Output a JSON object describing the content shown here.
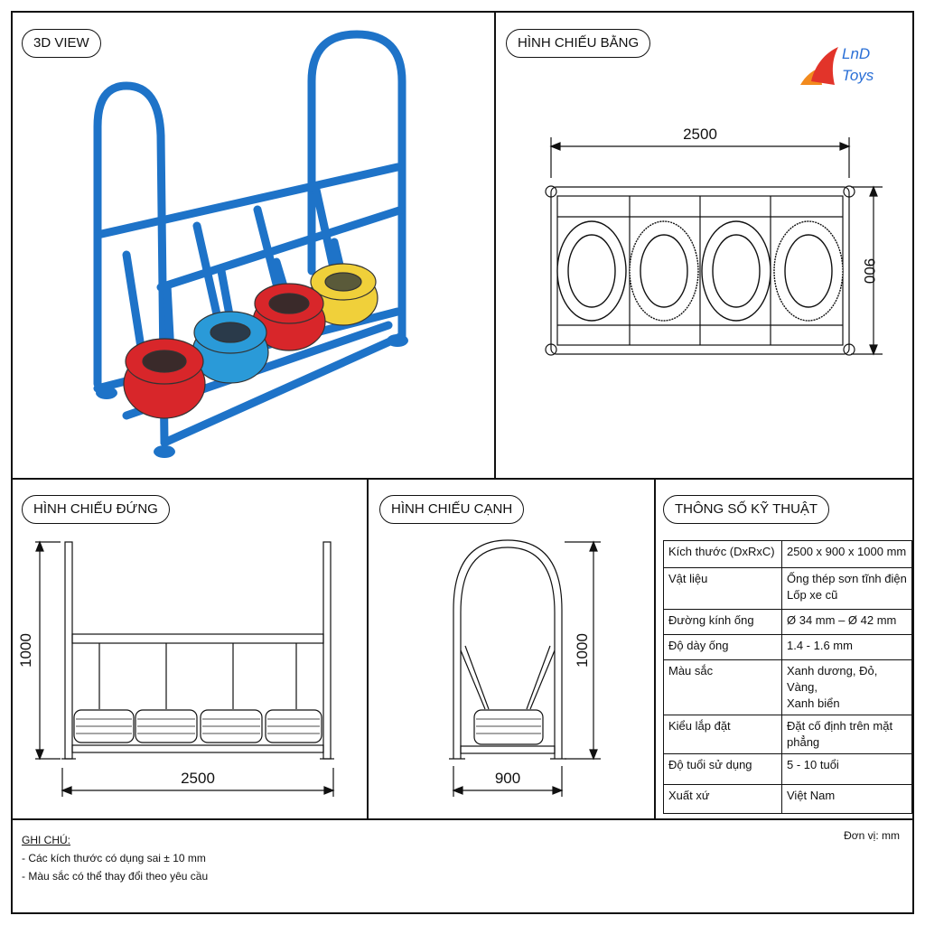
{
  "panels": {
    "view3d": "3D VIEW",
    "top": "HÌNH CHIẾU BẰNG",
    "front": "HÌNH CHIẾU ĐỨNG",
    "side": "HÌNH CHIẾU CẠNH",
    "spec": "THÔNG SỐ KỸ THUẬT"
  },
  "logo": {
    "line1": "LnD",
    "line2": "Toys"
  },
  "dimensions": {
    "top_width": "2500",
    "top_depth": "900",
    "front_height": "1000",
    "front_width": "2500",
    "side_height": "1000",
    "side_width": "900"
  },
  "specs": [
    {
      "label": "Kích thước (DxRxC)",
      "value": "2500 x 900 x 1000 mm"
    },
    {
      "label": "Vật liệu",
      "value": "Ống thép sơn tĩnh điện",
      "value2": "Lốp xe cũ"
    },
    {
      "label": "Đường kính ống",
      "value": "Ø 34 mm – Ø 42 mm"
    },
    {
      "label": "Độ dày ống",
      "value": "1.4 - 1.6 mm"
    },
    {
      "label": "Màu sắc",
      "value": "Xanh dương, Đỏ, Vàng,",
      "value2": "Xanh biển"
    },
    {
      "label": "Kiểu lắp đặt",
      "value": "Đặt cố định trên mặt phẳng"
    },
    {
      "label": "Độ tuổi sử dụng",
      "value": "5 - 10 tuổi"
    },
    {
      "label": "Xuất xứ",
      "value": "Việt Nam"
    }
  ],
  "notes": {
    "heading": "GHI CHÚ:",
    "items": [
      "- Các kích thước có dụng sai ± 10 mm",
      "- Màu sắc có thể thay đổi theo yêu cầu"
    ]
  },
  "unit": "Đơn vị: mm",
  "colors": {
    "frame": "#1e73c8",
    "tire_red": "#d8262a",
    "tire_blue": "#2a9ad8",
    "tire_yellow": "#f0d03a",
    "logo_orange": "#f28a1e"
  }
}
